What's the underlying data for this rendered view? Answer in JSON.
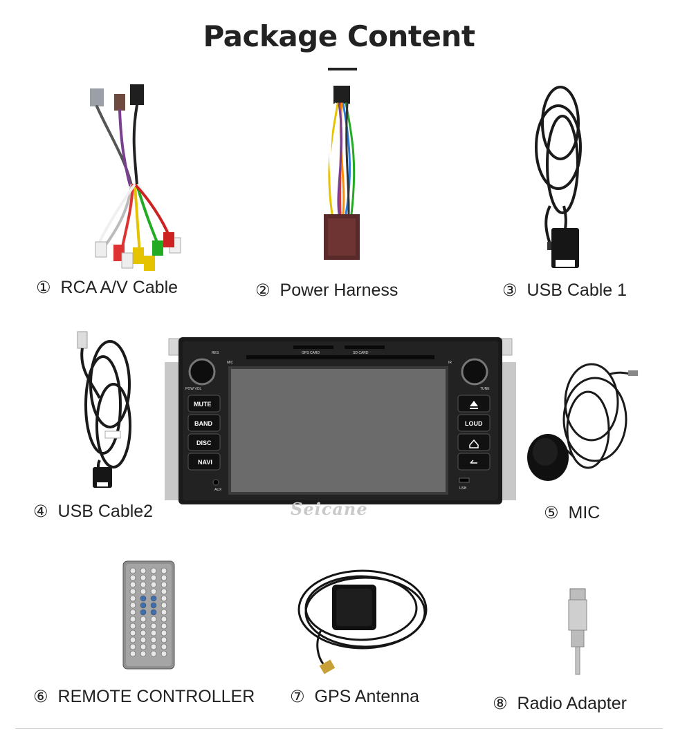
{
  "header": {
    "title": "Package Content"
  },
  "items": [
    {
      "num": "①",
      "label": "RCA A/V Cable"
    },
    {
      "num": "②",
      "label": "Power Harness"
    },
    {
      "num": "③",
      "label": "USB Cable 1"
    },
    {
      "num": "④",
      "label": "USB Cable2"
    },
    {
      "num": "⑤",
      "label": "MIC"
    },
    {
      "num": "⑥",
      "label": "REMOTE  CONTROLLER"
    },
    {
      "num": "⑦",
      "label": "GPS Antenna"
    },
    {
      "num": "⑧",
      "label": "Radio Adapter"
    }
  ],
  "head_unit": {
    "buttons_left": [
      "MUTE",
      "BAND",
      "DISC",
      "NAVI"
    ],
    "button_right_loud": "LOUD",
    "pow_vol": "POW   VOL",
    "tune": "TUNE",
    "res": "RES",
    "mic": "MIC",
    "aux": "AUX",
    "usb": "USB",
    "ir": "IR",
    "gps_card": "GPS    CARD",
    "sd_card": "SD    CARD"
  },
  "watermark": "Seicane"
}
